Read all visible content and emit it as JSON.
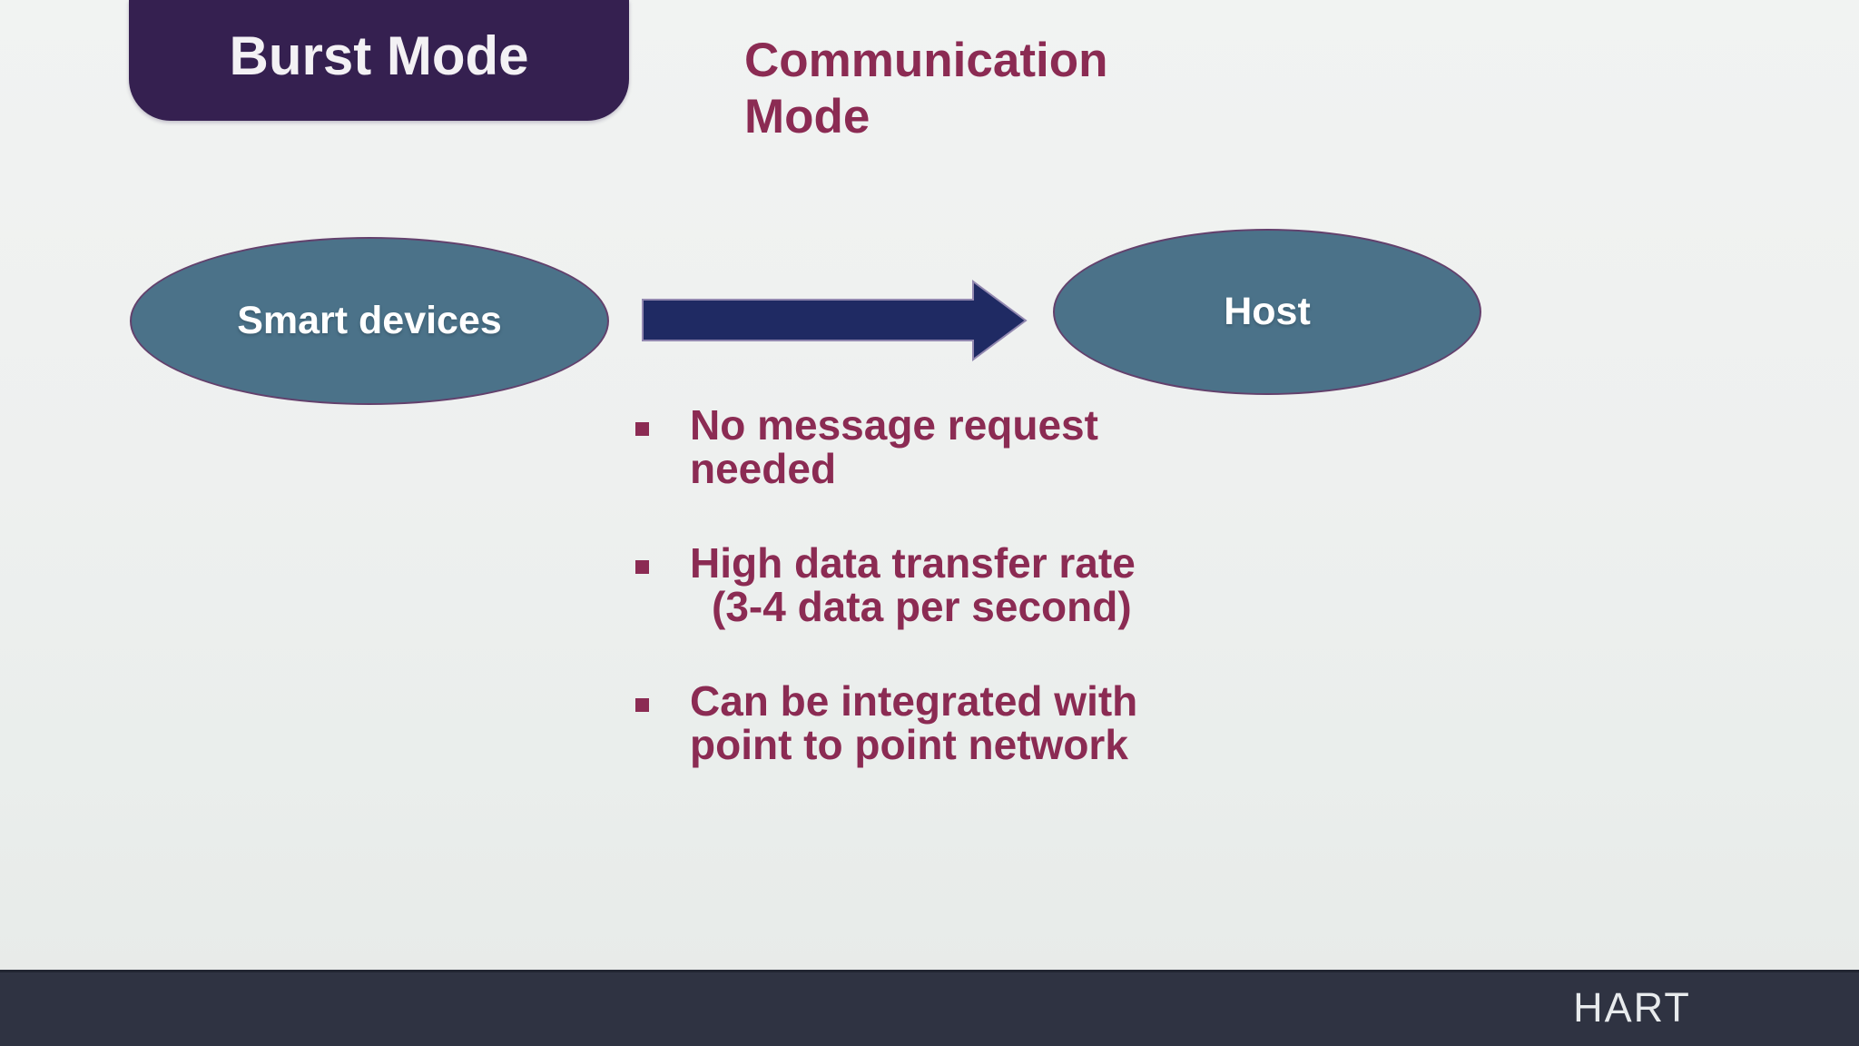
{
  "header": {
    "badge": "Burst Mode",
    "subtitle": "Communication Mode"
  },
  "diagram": {
    "source_node": "Smart devices",
    "target_node": "Host",
    "arrow_direction": "right"
  },
  "bullets": [
    {
      "lines": [
        "No message request",
        "needed"
      ]
    },
    {
      "lines": [
        "High data transfer rate",
        "(3-4 data per second)"
      ]
    },
    {
      "lines": [
        "Can be integrated with",
        "point to point network"
      ]
    }
  ],
  "footer": {
    "brand": "HART"
  },
  "colors": {
    "badge_bg": "#352050",
    "badge_text": "#f3f1f4",
    "accent_text": "#8b2b53",
    "node_fill": "#4b7289",
    "node_border": "#63406c",
    "node_text": "#ffffff",
    "arrow_fill": "#1f2a63",
    "arrow_outline": "#9288b0",
    "footer_bg": "#2f3342",
    "footer_text": "#e8ebed",
    "background": "#eef0ef"
  }
}
